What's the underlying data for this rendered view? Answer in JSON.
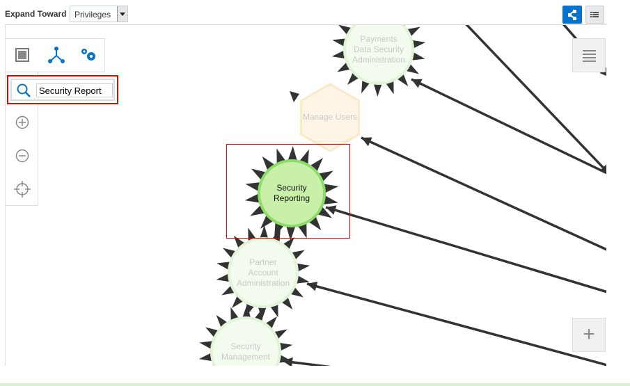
{
  "toolbar": {
    "expand_label": "Expand Toward",
    "expand_value": "Privileges",
    "graph_view": "graph-view-icon",
    "list_view": "list-view-icon"
  },
  "search": {
    "value": "Security Report"
  },
  "nodes": [
    {
      "label": "Payments Data Security Administration",
      "shape": "circle",
      "state": "faded"
    },
    {
      "label": "Manage Users",
      "shape": "hexagon",
      "state": "faded"
    },
    {
      "label": "Security Reporting",
      "shape": "circle",
      "state": "selected"
    },
    {
      "label": "Partner Account Administration",
      "shape": "circle",
      "state": "faded"
    },
    {
      "label": "Security Management",
      "shape": "circle",
      "state": "faded"
    }
  ],
  "colors": {
    "accent": "#0572ce",
    "selected_fill": "#c9f0a8",
    "selected_stroke": "#8cdc6a",
    "faded_fill": "#f3fbee",
    "hex_fill": "#fff5e6",
    "highlight": "#e00000"
  }
}
